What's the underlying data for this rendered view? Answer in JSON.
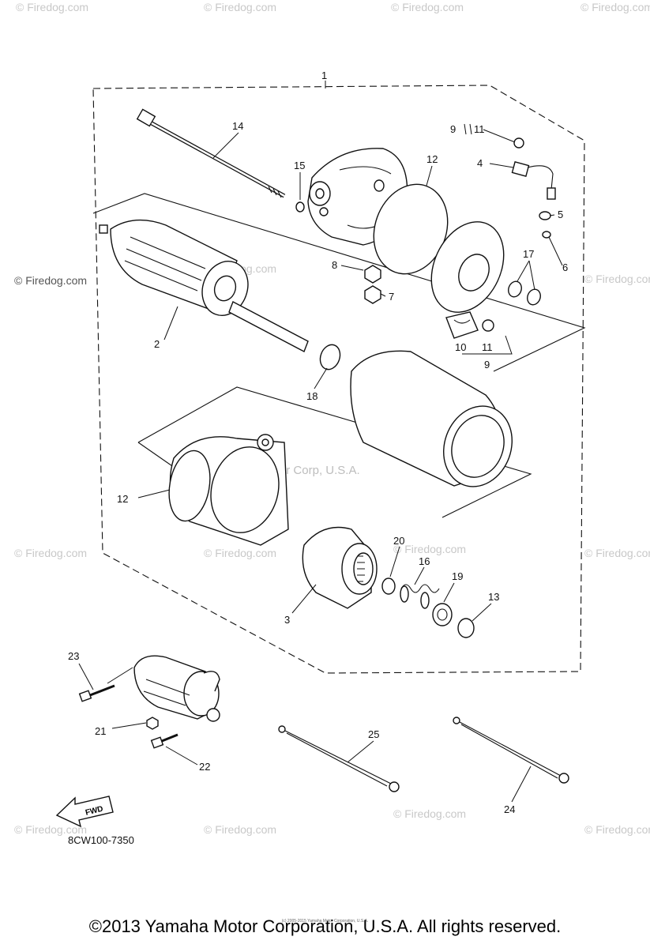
{
  "watermarks": {
    "site": "© Firedog.com",
    "center": "Yamaha Motor Corp, U.S.A."
  },
  "callouts": {
    "c1": "1",
    "c2": "2",
    "c3": "3",
    "c4": "4",
    "c5": "5",
    "c6": "6",
    "c7": "7",
    "c8": "8",
    "c9a": "9",
    "c9b": "9",
    "c10": "10",
    "c11a": "11",
    "c11b": "11",
    "c12a": "12",
    "c12b": "12",
    "c13": "13",
    "c14": "14",
    "c15": "15",
    "c16": "16",
    "c17": "17",
    "c18": "18",
    "c19": "19",
    "c20": "20",
    "c21": "21",
    "c22": "22",
    "c23": "23",
    "c24": "24",
    "c25": "25"
  },
  "fwd_label": "FWD",
  "diagram_code": "8CW100-7350",
  "footer": {
    "copyright": "©2013 Yamaha Motor Corporation, U.S.A. All rights reserved.",
    "fine_print": "(c) 2005-2015 Yamaha Motor Corporation, U.S.A."
  }
}
